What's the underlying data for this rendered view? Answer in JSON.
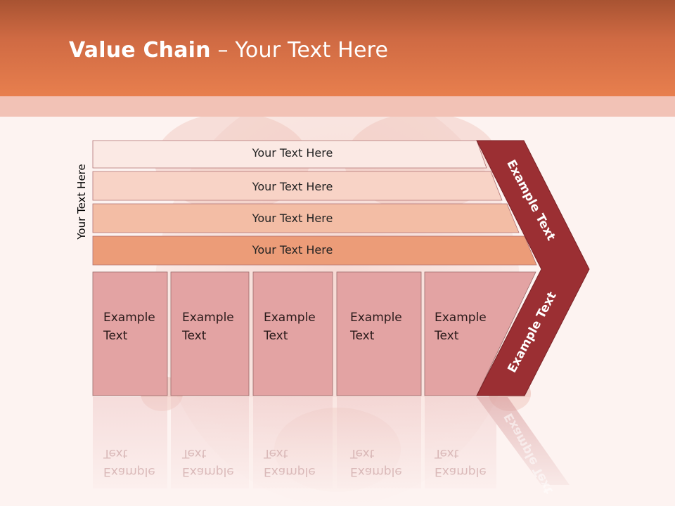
{
  "title": {
    "bold": "Value Chain",
    "rest": " – Your Text Here"
  },
  "side_label": "Your Text Here",
  "bars": [
    {
      "label": "Your Text Here",
      "color": "#fbe9e4"
    },
    {
      "label": "Your Text Here",
      "color": "#f8d3c6"
    },
    {
      "label": "Your Text Here",
      "color": "#f3bda5"
    },
    {
      "label": "Your Text Here",
      "color": "#ec9c78"
    }
  ],
  "cells": [
    {
      "line1": "Example",
      "line2": "Text"
    },
    {
      "line1": "Example",
      "line2": "Text"
    },
    {
      "line1": "Example",
      "line2": "Text"
    },
    {
      "line1": "Example",
      "line2": "Text"
    },
    {
      "line1": "Example",
      "line2": "Text"
    }
  ],
  "chevron_upper_label": "Example Text",
  "chevron_lower_label": "Example Text",
  "colors": {
    "header_top": "#a85332",
    "header_bottom": "#e87f4e",
    "cell_fill": "#e3a3a3",
    "chevron_fill": "#9b2f33"
  }
}
